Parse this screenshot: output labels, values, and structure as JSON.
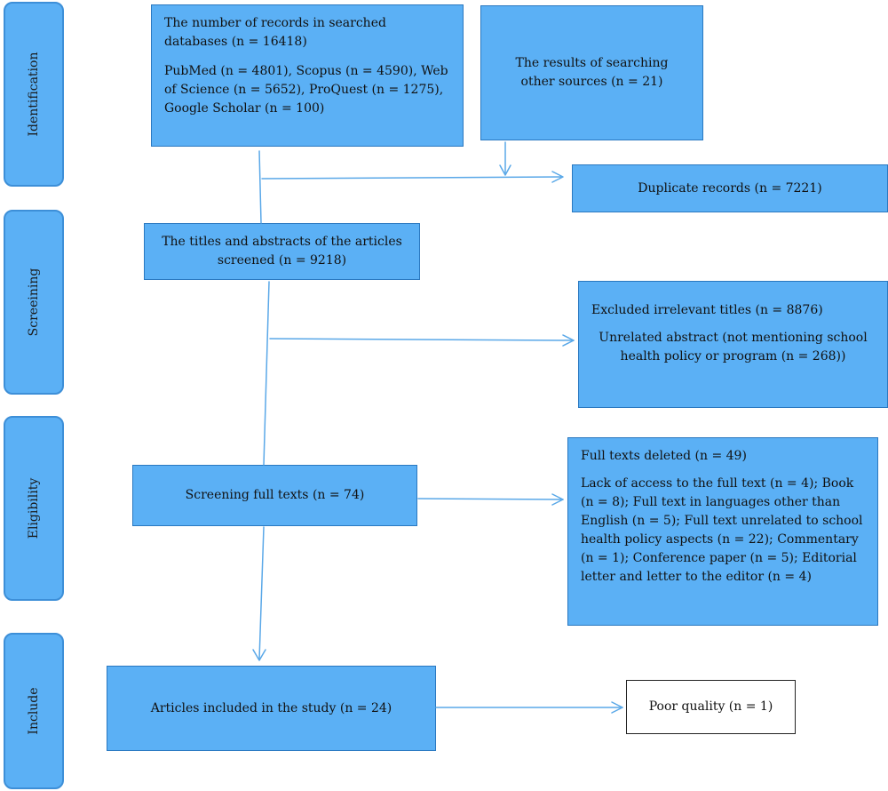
{
  "phases": {
    "identification": "Identification",
    "screening": "Screeining",
    "eligibility": "Eligibility",
    "include": "Include"
  },
  "boxes": {
    "databases": {
      "line1": "The number of records in searched databases (n = 16418)",
      "line2": "PubMed (n = 4801), Scopus (n = 4590), Web of Science (n = 5652), ProQuest (n = 1275), Google Scholar (n = 100)"
    },
    "other_sources": "The results of searching other sources (n = 21)",
    "duplicates": "Duplicate records (n = 7221)",
    "titles_abstracts": "The titles and abstracts of the articles screened (n = 9218)",
    "excluded": {
      "line1": "Excluded irrelevant titles (n = 8876)",
      "line2": "Unrelated abstract (not mentioning school health policy or program (n = 268))"
    },
    "full_texts": "Screening full texts (n = 74)",
    "deleted": {
      "line1": "Full texts deleted (n = 49)",
      "line2": "Lack of access to the full text (n = 4); Book (n = 8); Full text in languages other than English (n = 5); Full text unrelated to school health policy aspects (n = 22); Commentary (n = 1); Conference paper (n = 5); Editorial letter and letter to the editor (n = 4)"
    },
    "included": "Articles included in the study (n = 24)",
    "poor_quality": "Poor quality (n = 1)"
  },
  "colors": {
    "box_fill": "#5bb0f5",
    "arrow": "#5aa8e8"
  }
}
